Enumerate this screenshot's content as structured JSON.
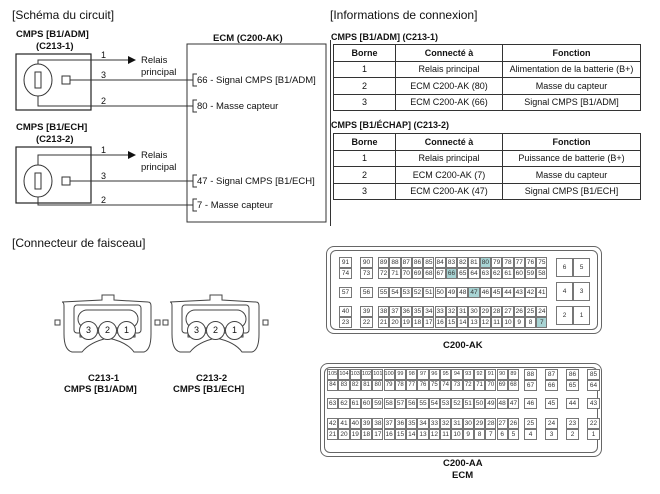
{
  "sections": {
    "circuit": "[Schéma du circuit]",
    "connection_info": "[Informations de connexion]",
    "harness": "[Connecteur de faisceau]"
  },
  "circuit": {
    "sensor1": {
      "title": "CMPS [B1/ADM]",
      "code": "(C213-1)"
    },
    "sensor2": {
      "title": "CMPS [B1/ECH]",
      "code": "(C213-2)"
    },
    "ecm_title": "ECM (C200-AK)",
    "relay_label_1": "Relais",
    "relay_label_2": "principal",
    "wires1": {
      "pin1": "1",
      "pin3": "3",
      "pin2": "2"
    },
    "wires2": {
      "pin1": "1",
      "pin3": "3",
      "pin2": "2"
    },
    "ecm_pins": [
      {
        "num": "66",
        "label": " - Signal CMPS [B1/ADM]"
      },
      {
        "num": "80",
        "label": " - Masse capteur"
      },
      {
        "num": "47",
        "label": " - Signal CMPS [B1/ECH]"
      },
      {
        "num": "7",
        "label": " - Masse capteur"
      }
    ]
  },
  "tables": [
    {
      "title": "CMPS [B1/ADM] (C213-1)",
      "headers": [
        "Borne",
        "Connecté à",
        "Fonction"
      ],
      "rows": [
        [
          "1",
          "Relais principal",
          "Alimentation de la batterie (B+)"
        ],
        [
          "2",
          "ECM C200-AK (80)",
          "Masse du capteur"
        ],
        [
          "3",
          "ECM C200-AK (66)",
          "Signal CMPS [B1/ADM]"
        ]
      ]
    },
    {
      "title": "CMPS [B1/ÉCHAP] (C213-2)",
      "headers": [
        "Borne",
        "Connecté à",
        "Fonction"
      ],
      "rows": [
        [
          "1",
          "Relais principal",
          "Puissance de batterie (B+)"
        ],
        [
          "2",
          "ECM C200-AK (7)",
          "Masse du capteur"
        ],
        [
          "3",
          "ECM C200-AK (47)",
          "Signal CMPS [B1/ECH]"
        ]
      ]
    }
  ],
  "harness": {
    "c213_1": {
      "code": "C213-1",
      "name": "CMPS [B1/ADM]",
      "pins": [
        "3",
        "2",
        "1"
      ]
    },
    "c213_2": {
      "code": "C213-2",
      "name": "CMPS [B1/ECH]",
      "pins": [
        "3",
        "2",
        "1"
      ]
    },
    "c200ak": {
      "label": "C200-AK",
      "highlight_color": "#a8d4d4",
      "highlighted_pins": [
        "80",
        "66",
        "47",
        "7"
      ],
      "blocks": [
        [
          [
            "91",
            "74"
          ]
        ],
        [
          [
            "90",
            "73"
          ]
        ],
        [
          [
            "89",
            "72"
          ],
          [
            "88",
            "71"
          ],
          [
            "87",
            "70"
          ],
          [
            "86",
            "69"
          ],
          [
            "85",
            "68"
          ],
          [
            "84",
            "67"
          ],
          [
            "83",
            "66"
          ],
          [
            "82",
            "65"
          ],
          [
            "81",
            "64"
          ],
          [
            "80",
            "63"
          ],
          [
            "79",
            "62"
          ],
          [
            "78",
            "61"
          ],
          [
            "77",
            "60"
          ],
          [
            "76",
            "59"
          ],
          [
            "75",
            "58"
          ]
        ]
      ],
      "mid_row": [
        "57",
        "56",
        "55",
        "54",
        "53",
        "52",
        "51",
        "50",
        "49",
        "48",
        "47",
        "46",
        "45",
        "44",
        "43",
        "42",
        "41"
      ],
      "bottom_blocks": [
        [
          [
            "40",
            "23"
          ]
        ],
        [
          [
            "39",
            "22"
          ]
        ],
        [
          [
            "38",
            "21"
          ],
          [
            "37",
            "20"
          ],
          [
            "36",
            "19"
          ],
          [
            "35",
            "18"
          ],
          [
            "34",
            "17"
          ],
          [
            "33",
            "16"
          ],
          [
            "32",
            "15"
          ],
          [
            "31",
            "14"
          ],
          [
            "30",
            "13"
          ],
          [
            "29",
            "12"
          ],
          [
            "28",
            "11"
          ],
          [
            "27",
            "10"
          ],
          [
            "26",
            "9"
          ],
          [
            "25",
            "8"
          ],
          [
            "24",
            "7"
          ]
        ]
      ],
      "power_pins": [
        [
          "6",
          "5"
        ],
        [
          "4",
          "3"
        ],
        [
          "2",
          "1"
        ]
      ]
    },
    "c200aa": {
      "label": "C200-AA",
      "sublabel": "ECM",
      "top_main": [
        [
          "105",
          "84"
        ],
        [
          "104",
          "83"
        ],
        [
          "103",
          "82"
        ],
        [
          "102",
          "81"
        ],
        [
          "101",
          "80"
        ],
        [
          "100",
          "79"
        ],
        [
          "99",
          "78"
        ],
        [
          "98",
          "77"
        ],
        [
          "97",
          "76"
        ],
        [
          "96",
          "75"
        ],
        [
          "95",
          "74"
        ],
        [
          "94",
          "73"
        ],
        [
          "93",
          "72"
        ],
        [
          "92",
          "71"
        ],
        [
          "91",
          "70"
        ],
        [
          "90",
          "69"
        ],
        [
          "89",
          "68"
        ]
      ],
      "top_extra": [
        [
          "88",
          "67"
        ],
        [
          "87",
          "66"
        ],
        [
          "86",
          "65"
        ],
        [
          "85",
          "64"
        ]
      ],
      "mid_main": [
        "63",
        "62",
        "61",
        "60",
        "59",
        "58",
        "57",
        "56",
        "55",
        "54",
        "53",
        "52",
        "51",
        "50",
        "49",
        "48",
        "47"
      ],
      "mid_extra": [
        "46",
        "45",
        "44",
        "43"
      ],
      "bot_main": [
        [
          "42",
          "21"
        ],
        [
          "41",
          "20"
        ],
        [
          "40",
          "19"
        ],
        [
          "39",
          "18"
        ],
        [
          "38",
          "17"
        ],
        [
          "37",
          "16"
        ],
        [
          "36",
          "15"
        ],
        [
          "35",
          "14"
        ],
        [
          "34",
          "13"
        ],
        [
          "33",
          "12"
        ],
        [
          "32",
          "11"
        ],
        [
          "31",
          "10"
        ],
        [
          "30",
          "9"
        ],
        [
          "29",
          "8"
        ],
        [
          "28",
          "7"
        ],
        [
          "27",
          "6"
        ],
        [
          "26",
          "5"
        ]
      ],
      "bot_extra": [
        [
          "25",
          "4"
        ],
        [
          "24",
          "3"
        ],
        [
          "23",
          "2"
        ],
        [
          "22",
          "1"
        ]
      ]
    }
  }
}
